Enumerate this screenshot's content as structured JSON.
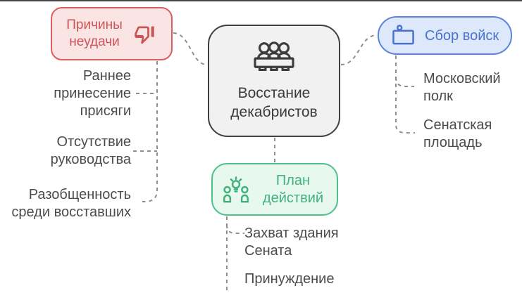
{
  "diagram": {
    "center": {
      "label": "Восстание\nдекабристов",
      "icon": "meeting-table-icon"
    },
    "branches": {
      "causes": {
        "label": "Причины\nнеудачи",
        "icon": "thumbs-down-icon",
        "accent": "#cb5456",
        "fill": "#fbe4e4",
        "children": [
          "Раннее\nпринесение\nприсяги",
          "Отсутствие\nруководства",
          "Разобщенность\nсреди восставших"
        ]
      },
      "troops": {
        "label": "Сбор войск",
        "icon": "banner-icon",
        "accent": "#4a73cf",
        "fill": "#dde9fb",
        "children": [
          "Московский\nполк",
          "Сенатская\nплощадь"
        ]
      },
      "plan": {
        "label": "План\nдействий",
        "icon": "people-idea-icon",
        "accent": "#42b17c",
        "fill": "#e7f8ef",
        "children": [
          "Захват здания\nСената",
          "Принуждение"
        ]
      }
    },
    "connector_color": "#8f8f8f",
    "center_colors": {
      "fill": "#f1f1f1",
      "border": "#404040",
      "text": "#3a3a3a"
    }
  }
}
